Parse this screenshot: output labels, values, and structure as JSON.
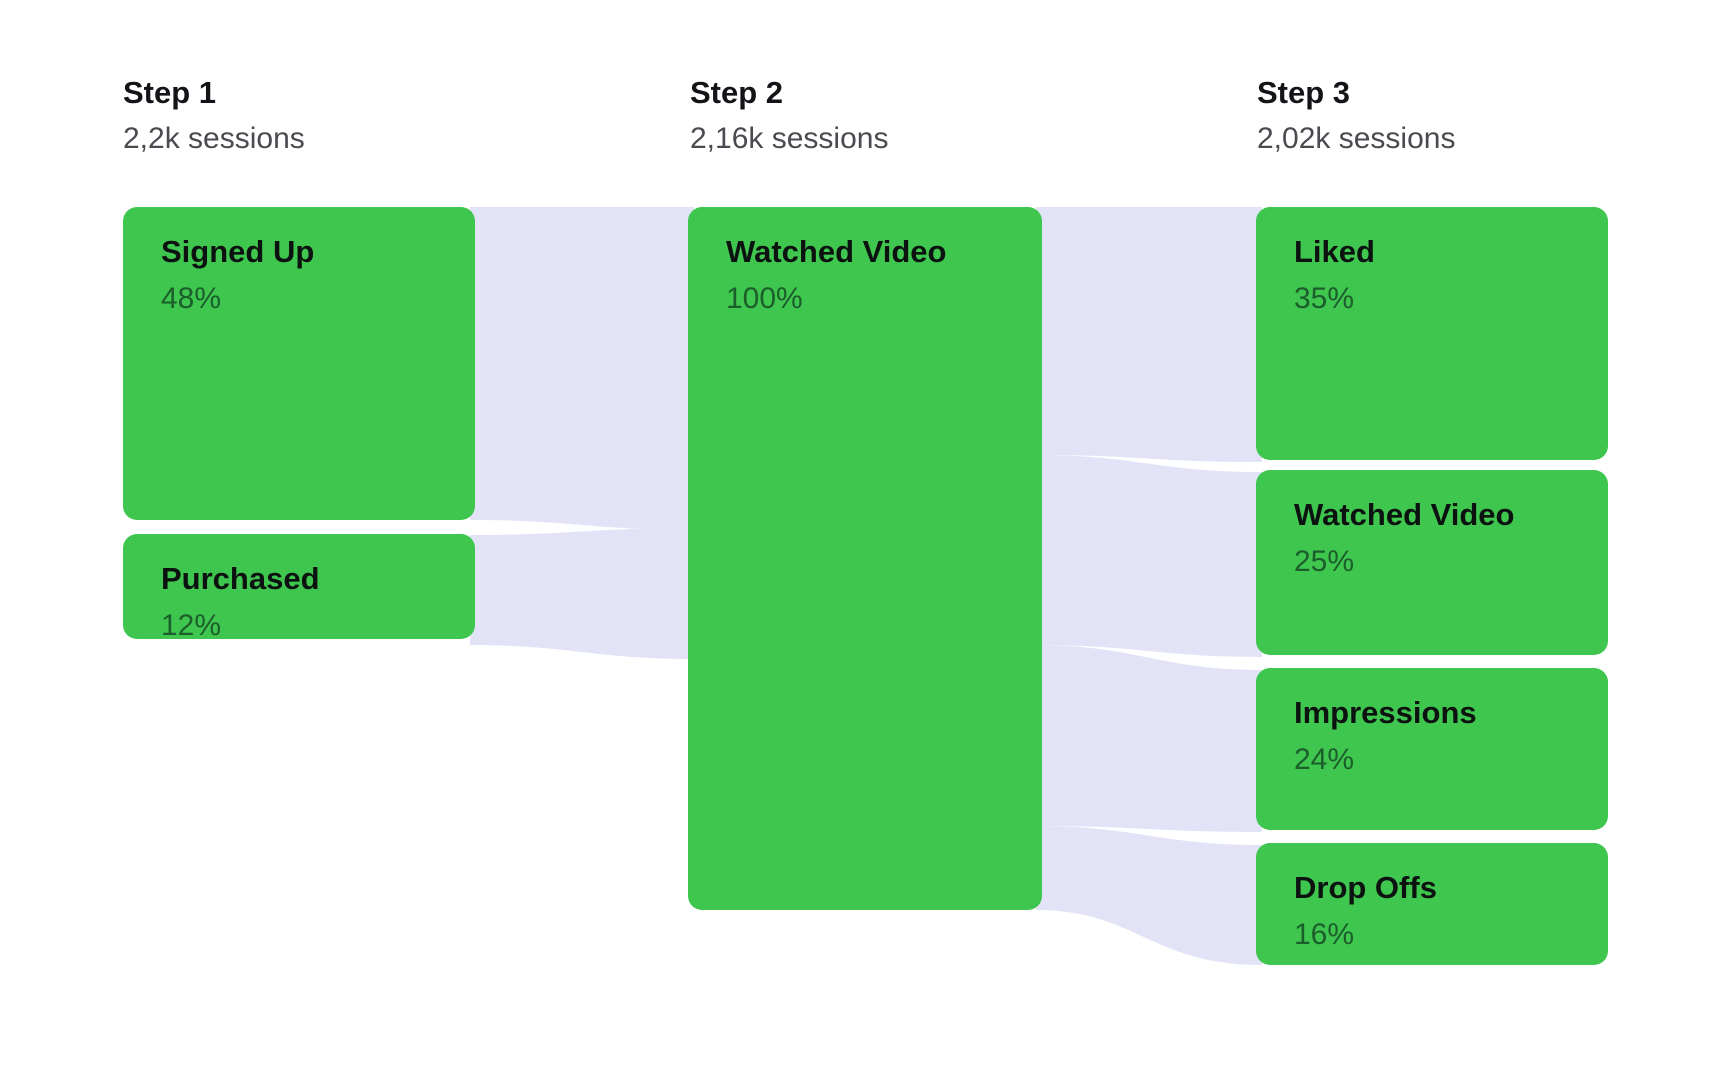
{
  "colors": {
    "background": "#FFFFFF",
    "node": "#3FC64F",
    "flow": "#E3E3F8",
    "label": "#0C120F",
    "percent": "#1B5E2B",
    "step-title": "#121418",
    "step-subtitle": "#4A4A50"
  },
  "steps": [
    {
      "label": "Step 1",
      "sessions": "2,2k sessions",
      "nodes": [
        {
          "label": "Signed Up",
          "percent": "48%"
        },
        {
          "label": "Purchased",
          "percent": "12%"
        }
      ]
    },
    {
      "label": "Step 2",
      "sessions": "2,16k sessions",
      "nodes": [
        {
          "label": "Watched Video",
          "percent": "100%"
        }
      ]
    },
    {
      "label": "Step 3",
      "sessions": "2,02k sessions",
      "nodes": [
        {
          "label": "Liked",
          "percent": "35%"
        },
        {
          "label": "Watched Video",
          "percent": "25%"
        },
        {
          "label": "Impressions",
          "percent": "24%"
        },
        {
          "label": "Drop Offs",
          "percent": "16%"
        }
      ]
    }
  ],
  "chart_data": {
    "type": "funnel",
    "title": "",
    "steps": [
      {
        "name": "Step 1",
        "sessions_label": "2,2k sessions",
        "nodes": [
          {
            "label": "Signed Up",
            "percent": 48
          },
          {
            "label": "Purchased",
            "percent": 12
          }
        ]
      },
      {
        "name": "Step 2",
        "sessions_label": "2,16k sessions",
        "nodes": [
          {
            "label": "Watched Video",
            "percent": 100
          }
        ]
      },
      {
        "name": "Step 3",
        "sessions_label": "2,02k sessions",
        "nodes": [
          {
            "label": "Liked",
            "percent": 35
          },
          {
            "label": "Watched Video",
            "percent": 25
          },
          {
            "label": "Impressions",
            "percent": 24
          },
          {
            "label": "Drop Offs",
            "percent": 16
          }
        ]
      }
    ],
    "links": [
      {
        "from": "Step 1:Signed Up",
        "to": "Step 2:Watched Video"
      },
      {
        "from": "Step 1:Purchased",
        "to": "Step 2:Watched Video"
      },
      {
        "from": "Step 2:Watched Video",
        "to": "Step 3:Liked"
      },
      {
        "from": "Step 2:Watched Video",
        "to": "Step 3:Watched Video"
      },
      {
        "from": "Step 2:Watched Video",
        "to": "Step 3:Impressions"
      },
      {
        "from": "Step 2:Watched Video",
        "to": "Step 3:Drop Offs"
      }
    ],
    "layout_hints": {
      "orientation": "left-to-right",
      "node_color": "#3FC64F",
      "flow_color": "#E3E3F8"
    }
  }
}
